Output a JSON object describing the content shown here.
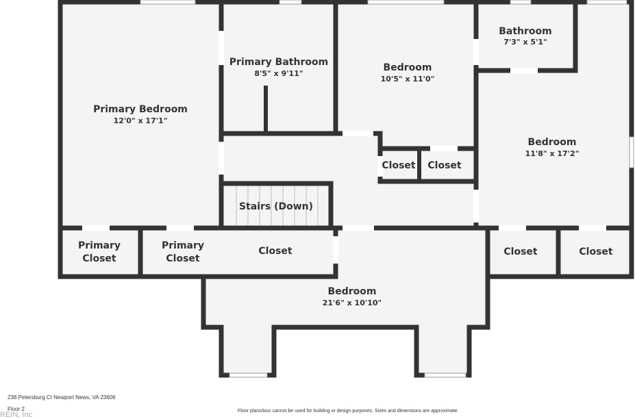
{
  "rooms": {
    "primary_bedroom": {
      "name": "Primary Bedroom",
      "dim": "12'0\" x 17'1\""
    },
    "primary_bathroom": {
      "name": "Primary Bathroom",
      "dim": "8'5\" x 9'11\""
    },
    "bedroom_a": {
      "name": "Bedroom",
      "dim": "10'5\" x 11'0\""
    },
    "bathroom": {
      "name": "Bathroom",
      "dim": "7'3\" x 5'1\""
    },
    "bedroom_b": {
      "name": "Bedroom",
      "dim": "11'8\" x 17'2\""
    },
    "bedroom_c": {
      "name": "Bedroom",
      "dim": "21'6\" x 10'10\""
    },
    "closet_1": "Closet",
    "closet_2": "Closet",
    "stairs": "Stairs (Down)",
    "primary_closet_1": [
      "Primary",
      "Closet"
    ],
    "primary_closet_2": [
      "Primary",
      "Closet"
    ],
    "closet_3": "Closet",
    "closet_4": "Closet",
    "closet_5": "Closet"
  },
  "footer": {
    "address": "238 Petersburg Ct Newport News, VA 23606",
    "floor": "Floor 2",
    "disclaimer": "Floor plans/tour cannot be used for building or design purposes. Sizes and dimensions are approximate.",
    "watermark": "REIN, Inc"
  }
}
